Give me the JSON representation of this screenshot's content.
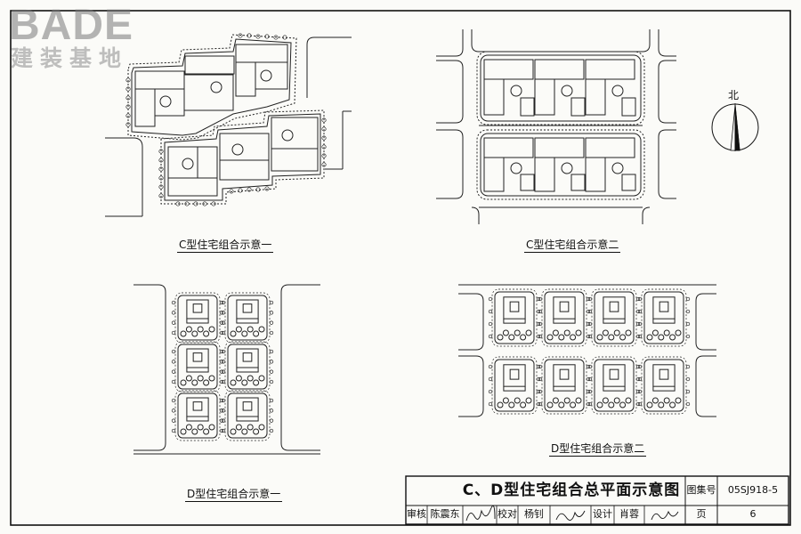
{
  "watermark": {
    "brand": "BADE",
    "subtitle": "建装基地"
  },
  "captions": {
    "c1": "C型住宅组合示意一",
    "c2": "C型住宅组合示意二",
    "d1": "D型住宅组合示意一",
    "d2": "D型住宅组合示意二"
  },
  "north_label": "北",
  "title_block": {
    "title": "C、D型住宅组合总平面示意图",
    "atlas_label": "图集号",
    "atlas_value": "05SJ918-5",
    "review_label": "审核",
    "review_name": "陈震东",
    "check_label": "校对",
    "check_name": "杨钊",
    "design_label": "设计",
    "design_name": "肖蓉",
    "page_label": "页",
    "page_value": "6"
  }
}
